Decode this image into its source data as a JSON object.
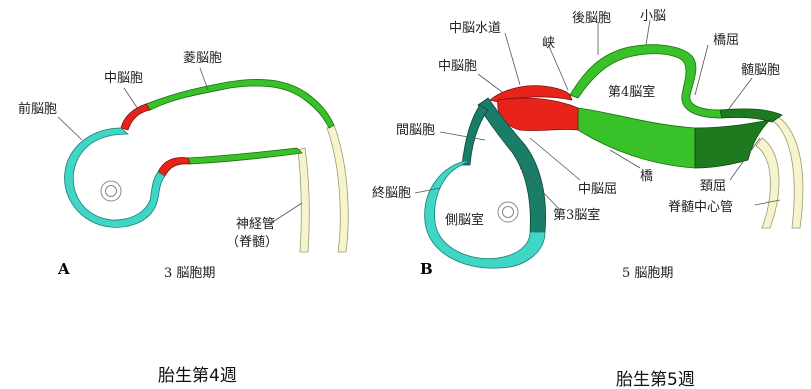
{
  "panel_a": {
    "letter": "A",
    "stage": "3 脳胞期",
    "caption": "胎生第4週",
    "labels": {
      "forebrain": "前脳胞",
      "midbrain": "中脳胞",
      "hindbrain": "菱脳胞",
      "neural_tube_1": "神経管",
      "neural_tube_2": "（脊髄）"
    }
  },
  "panel_b": {
    "letter": "B",
    "stage": "5 脳胞期",
    "caption": "胎生第5週",
    "labels": {
      "aqueduct": "中脳水道",
      "isthmus": "峡",
      "metencephalon": "後脳胞",
      "cerebellum": "小脳",
      "pontine_flexure": "橋屈",
      "midbrain": "中脳胞",
      "fourth_ventricle": "第4脳室",
      "medulla": "髄脳胞",
      "diencephalon": "間脳胞",
      "telencephalon": "終脳胞",
      "cephalic_flexure": "中脳屈",
      "pons": "橋",
      "cervical_flexure": "頚屈",
      "lateral_ventricle": "側脳室",
      "third_ventricle": "第3脳室",
      "central_canal": "脊髄中心管"
    }
  },
  "colors": {
    "forebrain": "#3fd6c6",
    "midbrain": "#e8231a",
    "hindbrain": "#38c128",
    "cord": "#f6f4cc",
    "dark_teal": "#1a7d67",
    "dark_green": "#1e7a1e"
  }
}
